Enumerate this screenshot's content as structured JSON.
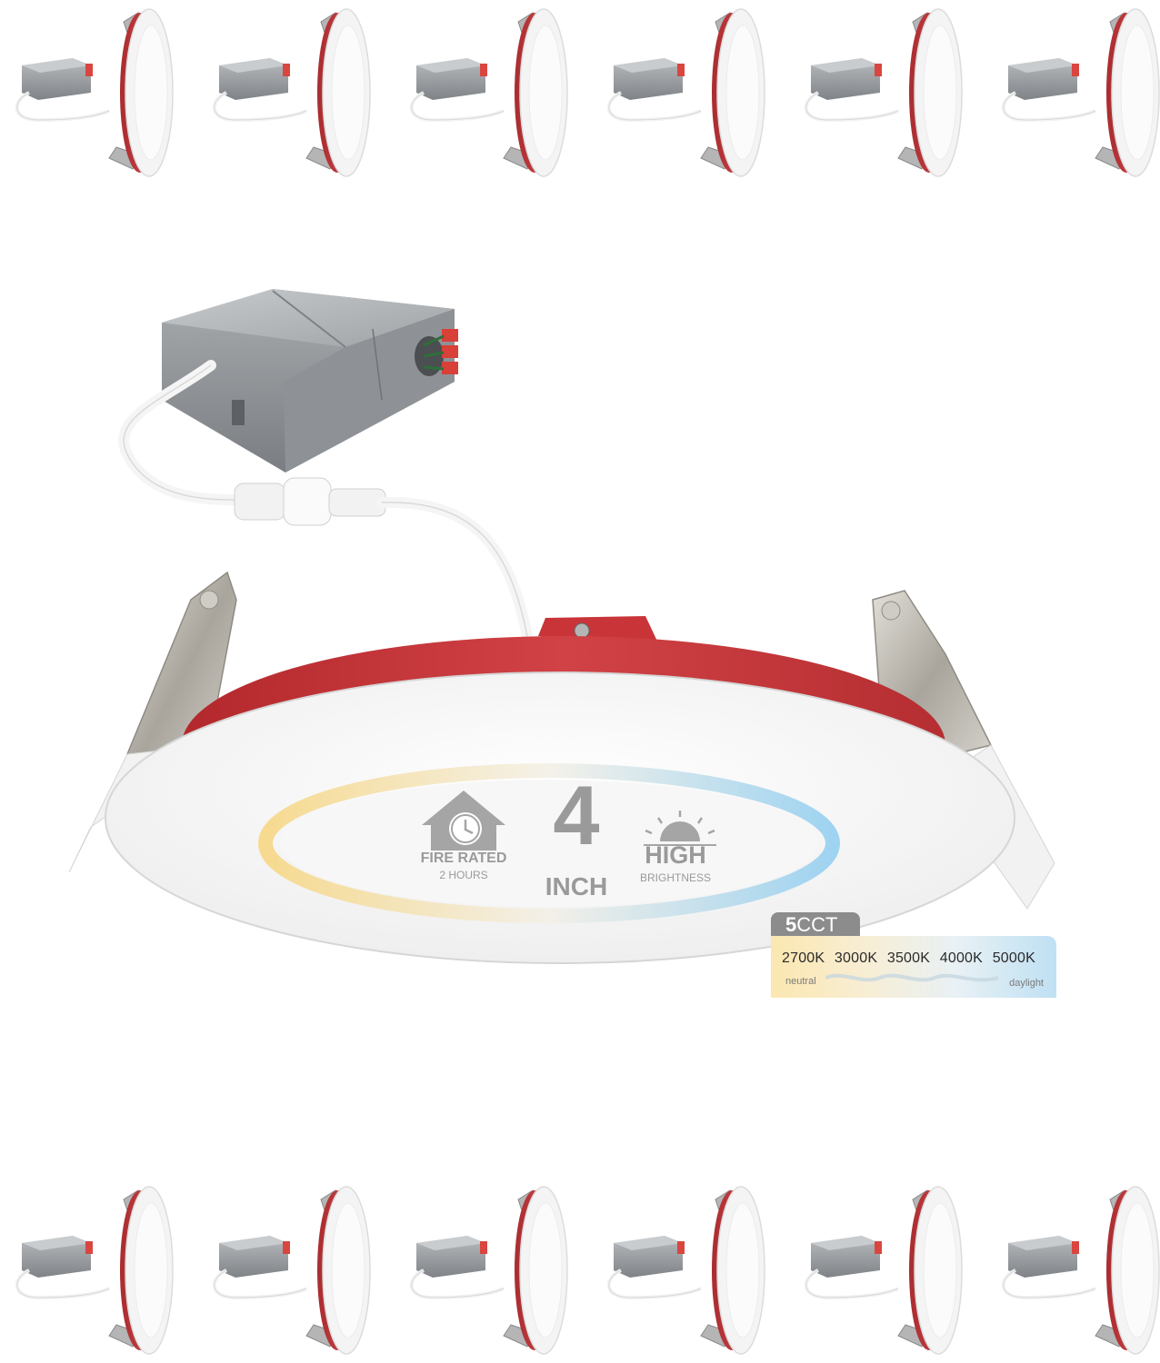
{
  "badges": {
    "fire_rated_label": "FIRE RATED",
    "fire_rated_sub": "2 HOURS",
    "size_number": "4",
    "size_unit": "INCH",
    "brightness_label": "HIGH",
    "brightness_sub": "BRIGHTNESS"
  },
  "cct": {
    "count_digit": "5",
    "count_label": "CCT",
    "values": [
      "2700K",
      "3000K",
      "3500K",
      "4000K",
      "5000K"
    ],
    "left_label": "neutral",
    "right_label": "daylight"
  },
  "colors": {
    "trim_red": "#c8373a",
    "housing_gray": "#9a9da0",
    "panel_white": "#f7f7f7",
    "warm": "#f4d98a",
    "cool": "#a9d6f0"
  },
  "icons": [
    "house-clock-icon",
    "sunrise-icon"
  ]
}
